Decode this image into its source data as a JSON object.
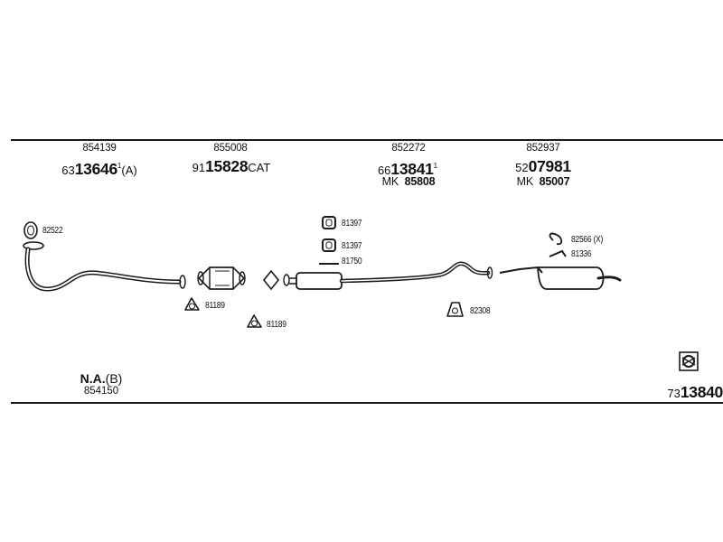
{
  "columns": [
    {
      "ref": "854139",
      "prefix": "63",
      "big": "13646",
      "sup": "1",
      "suffix": "(A)",
      "mk": null
    },
    {
      "ref": "855008",
      "prefix": "91",
      "big": "15828",
      "sup": "",
      "suffix": "CAT",
      "mk": null
    },
    {
      "ref": "852272",
      "prefix": "66",
      "big": "13841",
      "sup": "1",
      "suffix": "",
      "mk": {
        "prefix": "MK",
        "code": "85808"
      }
    },
    {
      "ref": "852937",
      "prefix": "52",
      "big": "07981",
      "sup": "",
      "suffix": "",
      "mk": {
        "prefix": "MK",
        "code": "85007"
      }
    }
  ],
  "labels": {
    "gasket_front": "82522",
    "clamp_1": "81397",
    "clamp_2": "81397",
    "hanger_mid": "81750",
    "gasket_cat_1": "81189",
    "gasket_cat_2": "81189",
    "bracket_mid": "82308",
    "rear_clamp": "82566 (X)",
    "rear_hanger": "81336"
  },
  "not_available": {
    "text": "N.A.",
    "suffix": "(B)",
    "ref": "854150"
  },
  "kit": {
    "prefix": "73",
    "big": "13840"
  }
}
